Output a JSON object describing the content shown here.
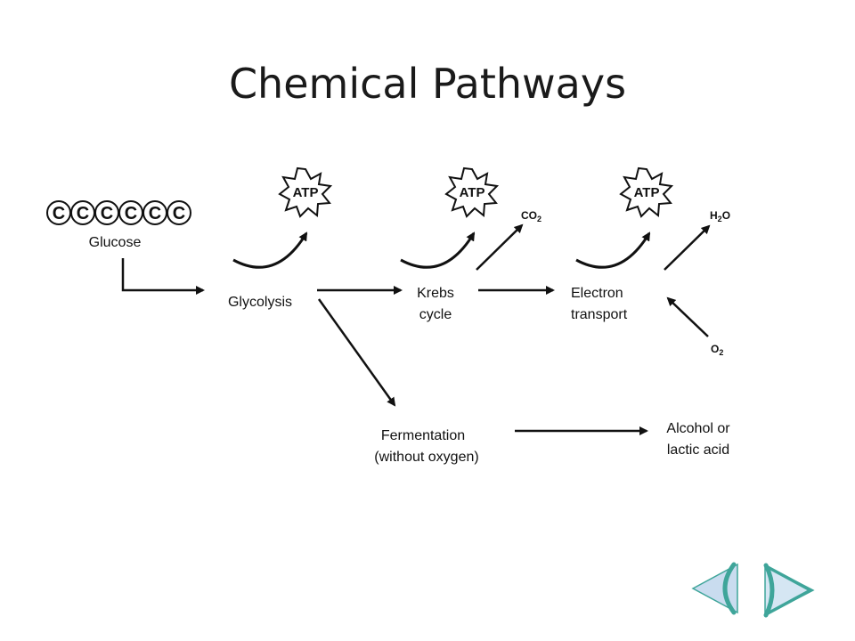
{
  "slide": {
    "title": "Chemical Pathways"
  },
  "diagram": {
    "glucose_carbons": [
      "C",
      "C",
      "C",
      "C",
      "C",
      "C"
    ],
    "nodes": {
      "glucose": "Glucose",
      "glycolysis": "Glycolysis",
      "krebs_line1": "Krebs",
      "krebs_line2": "cycle",
      "electron_line1": "Electron",
      "electron_line2": "transport",
      "fermentation_line1": "Fermentation",
      "fermentation_line2": "(without oxygen)",
      "alcohol_line1": "Alcohol or",
      "alcohol_line2": "lactic acid"
    },
    "atp_label": "ATP",
    "co2": {
      "main": "CO",
      "sub": "2"
    },
    "h2o": {
      "h": "H",
      "sub": "2",
      "o": "O"
    },
    "o2": {
      "main": "O",
      "sub": "2"
    }
  },
  "nav": {
    "accent_color": "#3fa59a",
    "back_fill": "#c9dcef",
    "forward_fill": "#d5e6f3"
  }
}
